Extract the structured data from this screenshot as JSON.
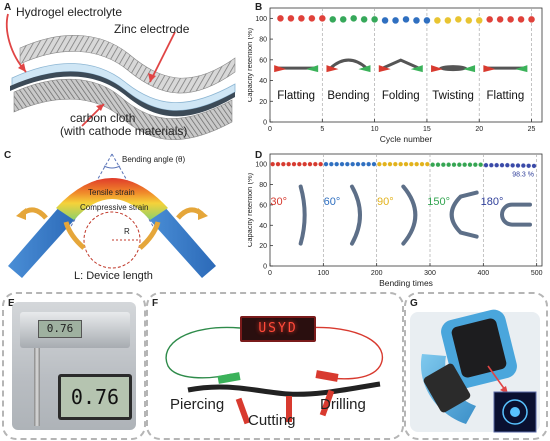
{
  "panels": {
    "a": {
      "letter": "A",
      "labels": {
        "hydrogel": "Hydrogel electrolyte",
        "zinc": "Zinc electrode",
        "carbon_line1": "carbon cloth",
        "carbon_line2": "(with cathode materials)"
      }
    },
    "b": {
      "letter": "B"
    },
    "c": {
      "letter": "C",
      "labels": {
        "bending_angle": "Bending angle (θ)",
        "tensile": "Tensile strain",
        "compressive": "Compressive strain",
        "radius": "R",
        "device_length": "L: Device length"
      }
    },
    "d": {
      "letter": "D"
    },
    "e": {
      "letter": "E",
      "reading": "0.76"
    },
    "f": {
      "letter": "F",
      "display": "USYD",
      "labels": {
        "piercing": "Piercing",
        "cutting": "Cutting",
        "drilling": "Drilling"
      }
    },
    "g": {
      "letter": "G"
    }
  },
  "chart_data": [
    {
      "type": "scatter",
      "panel": "B",
      "xlabel": "Cycle number",
      "ylabel": "Capacity retention (%)",
      "xlim": [
        0,
        26
      ],
      "ylim": [
        0,
        110
      ],
      "xticks": [
        0,
        5,
        10,
        15,
        20,
        25
      ],
      "yticks": [
        0,
        20,
        40,
        60,
        80,
        100
      ],
      "segment_labels": [
        "Flatting",
        "Bending",
        "Folding",
        "Twisting",
        "Flatting"
      ],
      "segment_colors": [
        "#e0413a",
        "#36a85a",
        "#2f6fc0",
        "#e8c431",
        "#e0413a"
      ],
      "dividers": [
        5,
        10,
        15,
        20,
        25
      ],
      "x": [
        1,
        2,
        3,
        4,
        5,
        6,
        7,
        8,
        9,
        10,
        11,
        12,
        13,
        14,
        15,
        16,
        17,
        18,
        19,
        20,
        21,
        22,
        23,
        24,
        25
      ],
      "y": [
        100,
        100,
        100,
        100,
        100,
        99,
        99,
        100,
        99,
        99,
        98,
        98,
        99,
        98,
        98,
        98,
        98,
        99,
        98,
        98,
        99,
        99,
        99,
        99,
        99
      ]
    },
    {
      "type": "scatter",
      "panel": "D",
      "xlabel": "Bending times",
      "ylabel": "Capacity retention (%)",
      "xlim": [
        0,
        510
      ],
      "ylim": [
        0,
        110
      ],
      "xticks": [
        0,
        100,
        200,
        300,
        400,
        500
      ],
      "yticks": [
        0,
        20,
        40,
        60,
        80,
        100
      ],
      "segment_labels": [
        "30°",
        "60°",
        "90°",
        "150°",
        "180°"
      ],
      "segment_label_colors": [
        "#d63a2f",
        "#2f6fc0",
        "#e2b21c",
        "#35a552",
        "#2f3f9a"
      ],
      "segment_colors": [
        "#d63a2f",
        "#2f6fc0",
        "#e2b21c",
        "#35a552",
        "#3a4aa8"
      ],
      "dividers": [
        100,
        200,
        300,
        400,
        500
      ],
      "end_label": "98.3 %",
      "x": [
        5,
        15,
        25,
        35,
        45,
        55,
        65,
        75,
        85,
        95,
        105,
        115,
        125,
        135,
        145,
        155,
        165,
        175,
        185,
        195,
        205,
        215,
        225,
        235,
        245,
        255,
        265,
        275,
        285,
        295,
        305,
        315,
        325,
        335,
        345,
        355,
        365,
        375,
        385,
        395,
        405,
        415,
        425,
        435,
        445,
        455,
        465,
        475,
        485,
        495
      ],
      "y": [
        100,
        100,
        100,
        100,
        100,
        100,
        100,
        100,
        100,
        100,
        100,
        100,
        100,
        100,
        100,
        100,
        100,
        100,
        100,
        100,
        100,
        100,
        100,
        100,
        100,
        100,
        100,
        100,
        100,
        100,
        99.5,
        99.5,
        99.5,
        99.5,
        99.5,
        99.5,
        99.5,
        99.5,
        99.5,
        99.5,
        99,
        99,
        99,
        99,
        99,
        98.8,
        98.7,
        98.6,
        98.4,
        98.3
      ]
    }
  ]
}
